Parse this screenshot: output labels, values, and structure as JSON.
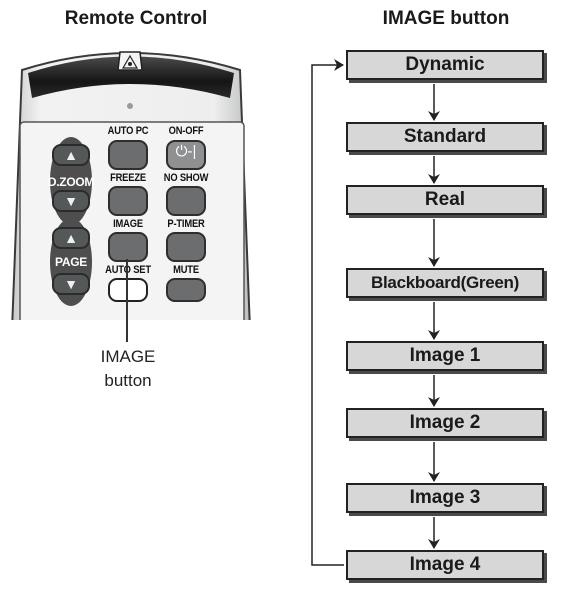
{
  "titles": {
    "remote": "Remote Control",
    "image_button": "IMAGE button"
  },
  "remote": {
    "labels": {
      "auto_pc": "AUTO PC",
      "on_off": "ON-OFF",
      "freeze": "FREEZE",
      "no_show": "NO SHOW",
      "image": "IMAGE",
      "p_timer": "P-TIMER",
      "auto_set": "AUTO SET",
      "mute": "MUTE",
      "d_zoom": "D.ZOOM",
      "page": "PAGE"
    },
    "glyphs": {
      "up": "▲",
      "down": "▼",
      "power": "⏻-|",
      "laser": "✴"
    }
  },
  "callout": {
    "line1": "IMAGE",
    "line2": "button"
  },
  "flow": {
    "modes": [
      "Dynamic",
      "Standard",
      "Real",
      "Blackboard(Green)",
      "Image 1",
      "Image 2",
      "Image 3",
      "Image 4"
    ],
    "loop_back": true
  }
}
